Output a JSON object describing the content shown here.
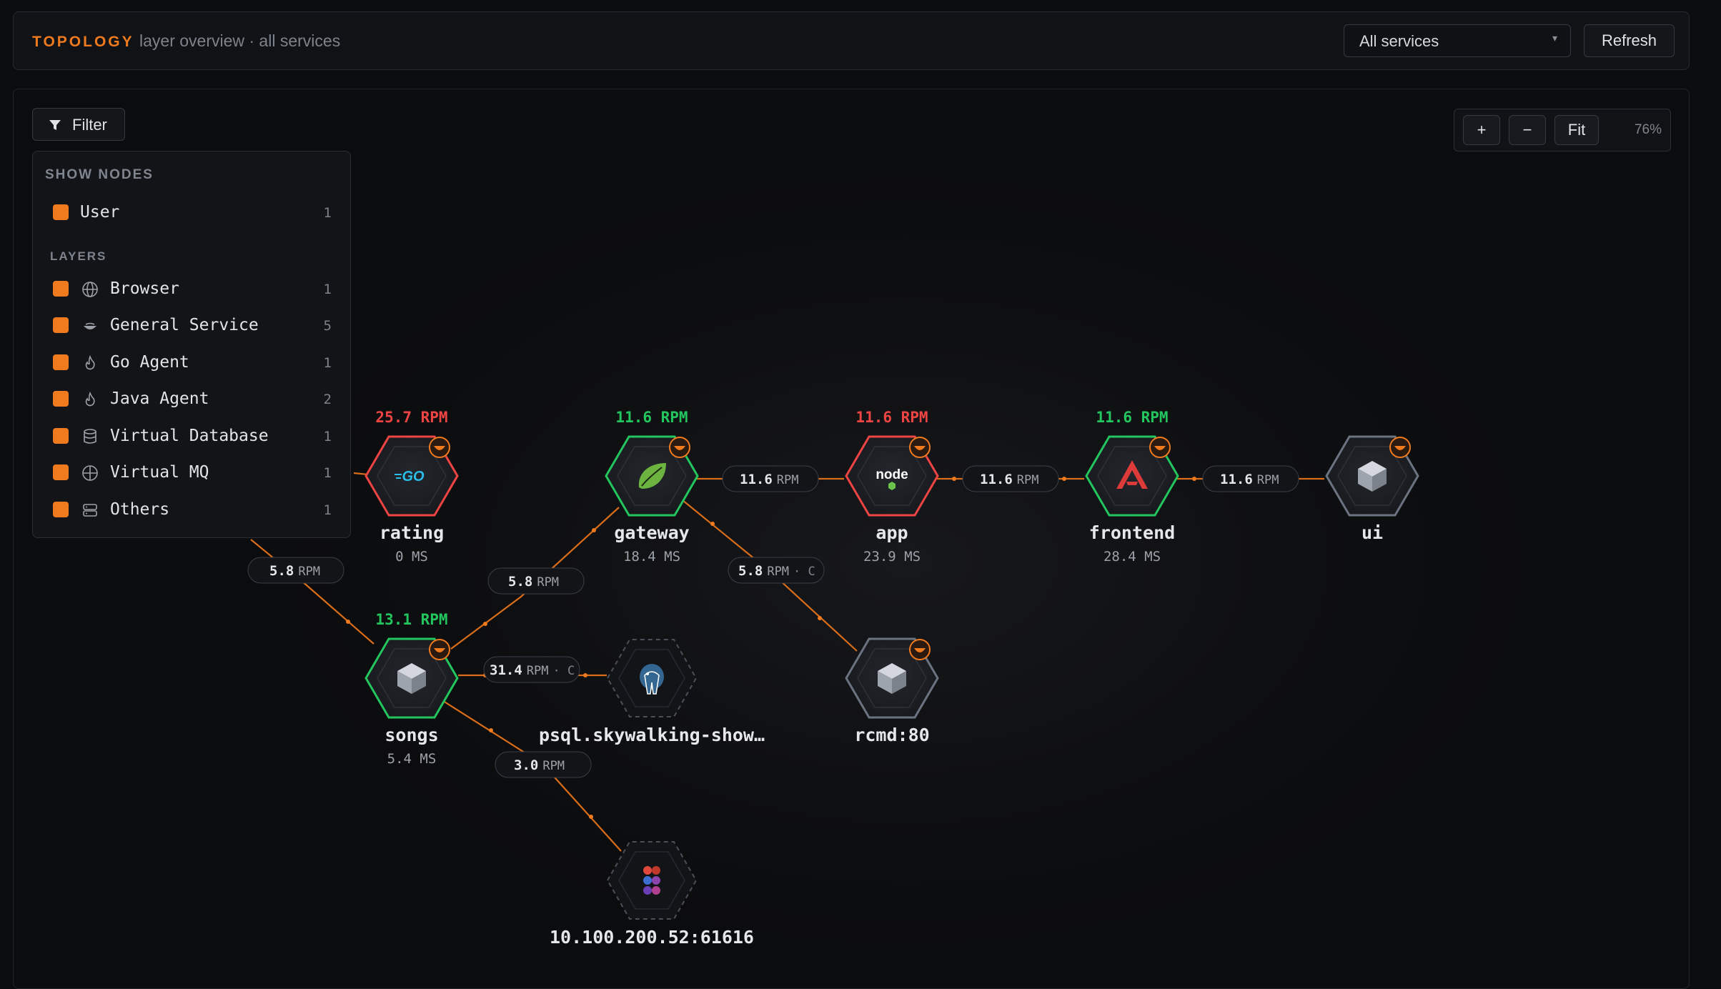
{
  "header": {
    "title": "TOPOLOGY",
    "subtitle": "layer overview · all services",
    "service_select": {
      "value": "All services"
    },
    "refresh_label": "Refresh"
  },
  "toolbar": {
    "filter_label": "Filter",
    "zoom_in": "+",
    "zoom_out": "−",
    "fit": "Fit",
    "zoom_level": "76%"
  },
  "filter_panel": {
    "show_nodes_title": "SHOW NODES",
    "user": {
      "label": "User",
      "count": "1"
    },
    "layers_title": "LAYERS",
    "layers": [
      {
        "label": "Browser",
        "count": "1",
        "icon": "globe-icon"
      },
      {
        "label": "General Service",
        "count": "5",
        "icon": "bowl-icon"
      },
      {
        "label": "Go Agent",
        "count": "1",
        "icon": "flame-icon"
      },
      {
        "label": "Java Agent",
        "count": "2",
        "icon": "flame-icon"
      },
      {
        "label": "Virtual Database",
        "count": "1",
        "icon": "database-icon"
      },
      {
        "label": "Virtual MQ",
        "count": "1",
        "icon": "network-icon"
      },
      {
        "label": "Others",
        "count": "1",
        "icon": "server-icon"
      }
    ]
  },
  "nodes": [
    {
      "id": "rating",
      "name": "rating",
      "rpm": "25.7 RPM",
      "latency": "0 MS",
      "status": "error",
      "icon": "go-logo-icon"
    },
    {
      "id": "gateway",
      "name": "gateway",
      "rpm": "11.6 RPM",
      "latency": "18.4 MS",
      "status": "ok",
      "icon": "spring-leaf-icon"
    },
    {
      "id": "app",
      "name": "app",
      "rpm": "11.6 RPM",
      "latency": "23.9 MS",
      "status": "error",
      "icon": "nodejs-icon"
    },
    {
      "id": "frontend",
      "name": "frontend",
      "rpm": "11.6 RPM",
      "latency": "28.4 MS",
      "status": "ok",
      "icon": "angular-icon"
    },
    {
      "id": "ui",
      "name": "ui",
      "rpm": "",
      "latency": "",
      "status": "neutral",
      "icon": "cube-icon"
    },
    {
      "id": "songs",
      "name": "songs",
      "rpm": "13.1 RPM",
      "latency": "5.4 MS",
      "status": "ok",
      "icon": "cube-icon"
    },
    {
      "id": "psql",
      "name": "psql.skywalking-show…",
      "rpm": "",
      "latency": "",
      "status": "virtual",
      "icon": "postgresql-icon"
    },
    {
      "id": "rcmd",
      "name": "rcmd:80",
      "rpm": "",
      "latency": "",
      "status": "neutral",
      "icon": "cube-icon"
    },
    {
      "id": "mq",
      "name": "10.100.200.52:61616",
      "rpm": "",
      "latency": "",
      "status": "virtual",
      "icon": "activemq-icon"
    }
  ],
  "edges": [
    {
      "id": "e-rating-songs",
      "value": "5.8",
      "unit": "RPM",
      "tag": ""
    },
    {
      "id": "e-songs-gateway",
      "value": "5.8",
      "unit": "RPM",
      "tag": ""
    },
    {
      "id": "e-gateway-app",
      "value": "11.6",
      "unit": "RPM",
      "tag": ""
    },
    {
      "id": "e-app-frontend",
      "value": "11.6",
      "unit": "RPM",
      "tag": ""
    },
    {
      "id": "e-frontend-ui",
      "value": "11.6",
      "unit": "RPM",
      "tag": ""
    },
    {
      "id": "e-gateway-rcmd",
      "value": "5.8",
      "unit": "RPM",
      "tag": "· C"
    },
    {
      "id": "e-songs-psql",
      "value": "31.4",
      "unit": "RPM",
      "tag": "· C"
    },
    {
      "id": "e-songs-mq",
      "value": "3.0",
      "unit": "RPM",
      "tag": ""
    }
  ],
  "colors": {
    "accent": "#f07a1e",
    "ok": "#22c55e",
    "error": "#ef4444",
    "neutral": "#6b7280",
    "edge": "#e8741c"
  }
}
